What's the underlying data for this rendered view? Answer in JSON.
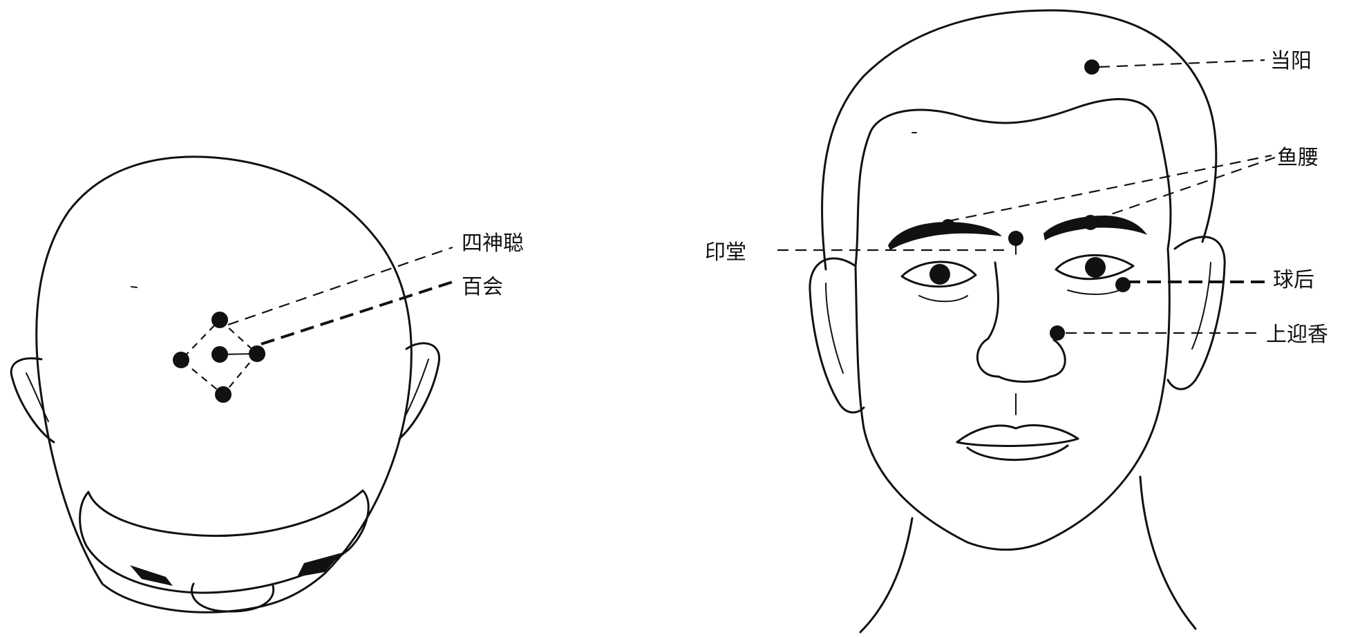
{
  "labels": {
    "sishencong": "四神聪",
    "baihui": "百会",
    "dangyang": "当阳",
    "yuyao": "鱼腰",
    "yintang": "印堂",
    "qiuhou": "球后",
    "shangyingxiang": "上迎香"
  },
  "colors": {
    "ink": "#111111",
    "paper": "#ffffff"
  }
}
